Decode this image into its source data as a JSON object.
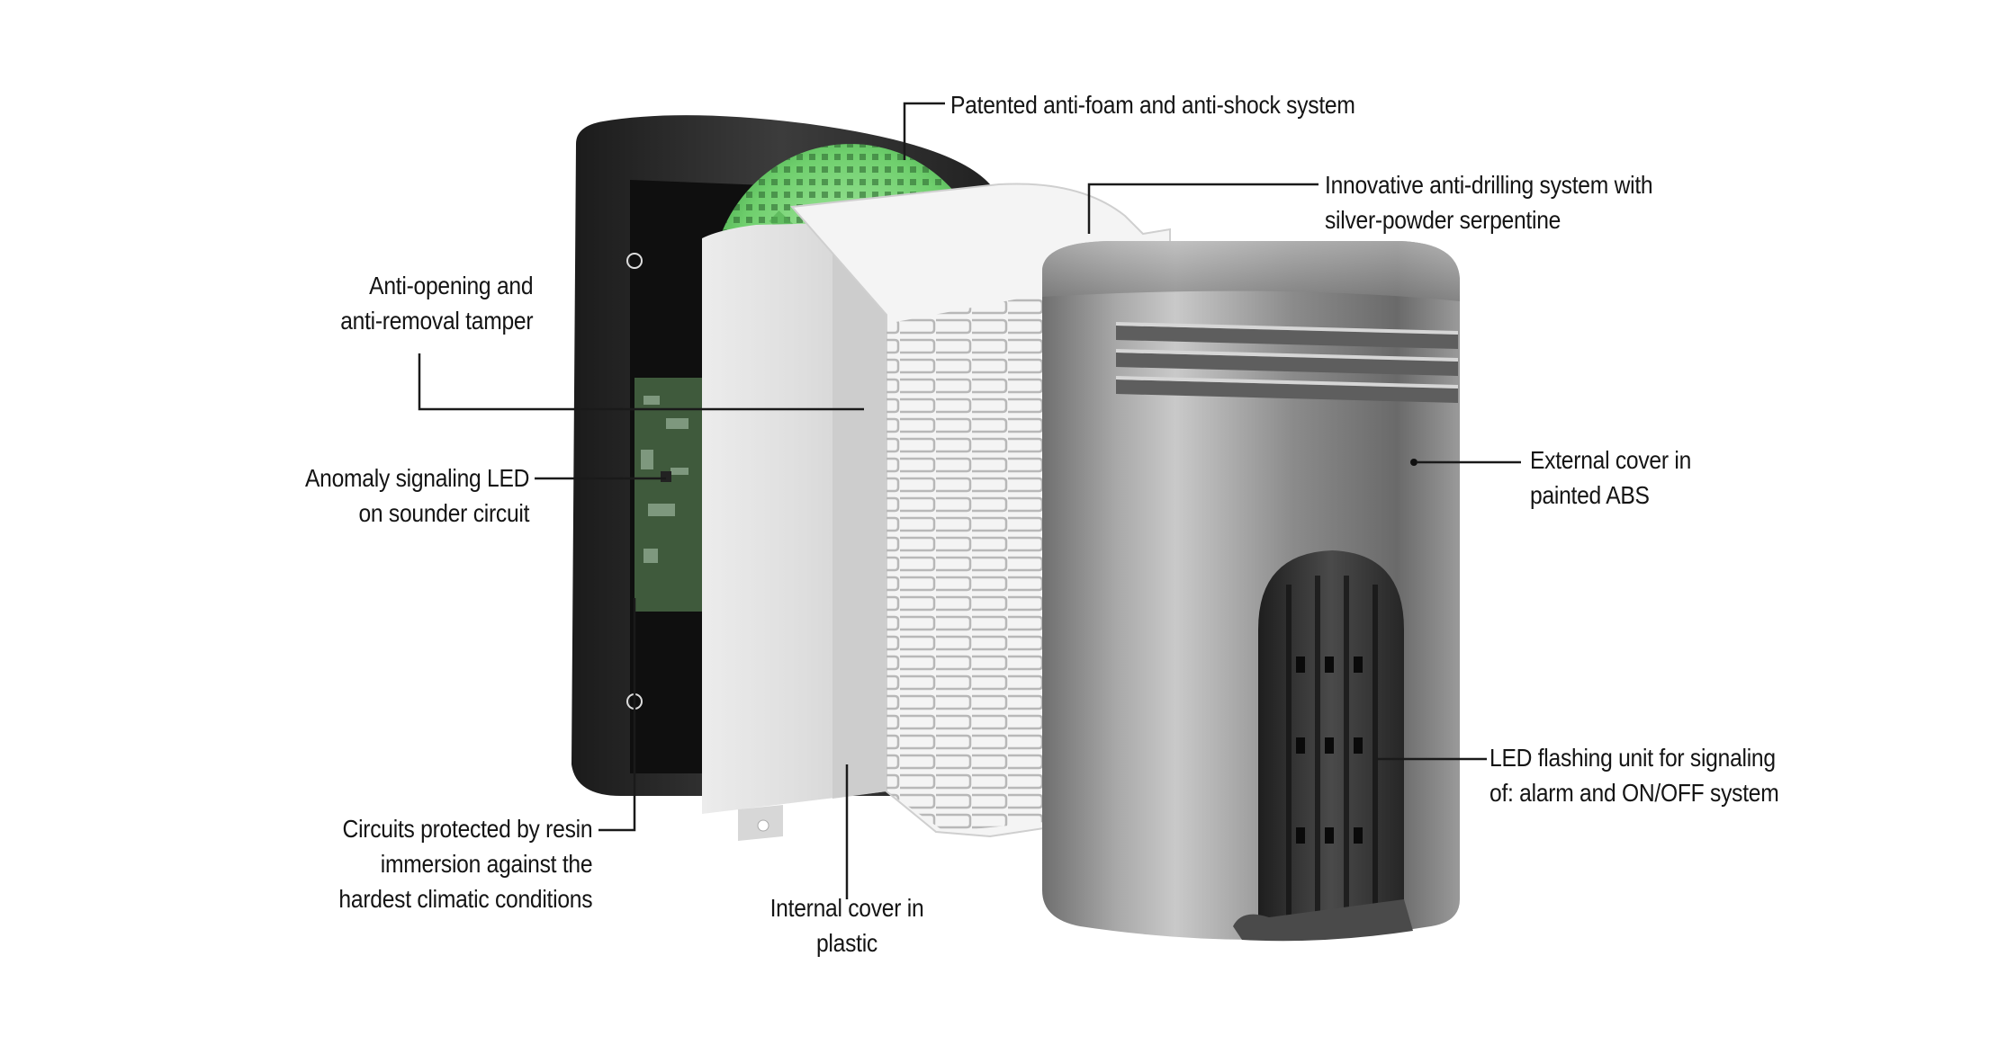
{
  "callouts": {
    "anti_foam": {
      "lines": [
        "Patented anti-foam and anti-shock system"
      ]
    },
    "anti_drilling": {
      "lines": [
        "Innovative anti-drilling system with",
        "silver-powder serpentine"
      ]
    },
    "tamper": {
      "lines": [
        "Anti-opening and",
        "anti-removal tamper"
      ]
    },
    "anomaly_led": {
      "lines": [
        "Anomaly signaling LED",
        "on sounder circuit"
      ]
    },
    "resin": {
      "lines": [
        "Circuits protected by resin",
        "immersion against the",
        "hardest climatic conditions"
      ]
    },
    "internal_cover": {
      "lines": [
        "Internal cover in",
        "plastic"
      ]
    },
    "external_cover": {
      "lines": [
        "External cover in",
        "painted ABS"
      ]
    },
    "led_flashing": {
      "lines": [
        "LED flashing unit for signaling",
        "of: alarm and ON/OFF system"
      ]
    }
  },
  "colors": {
    "background": "#ffffff",
    "leader_line": "#1a1a1a",
    "base_housing": "#2a2a2a",
    "speaker_green": "#7fd67f",
    "internal_cover": "#e6e6e6",
    "serpentine_film": "#f2f2f2",
    "external_cover": "#8e8e8e",
    "flash_unit": "#3a3a3a"
  }
}
